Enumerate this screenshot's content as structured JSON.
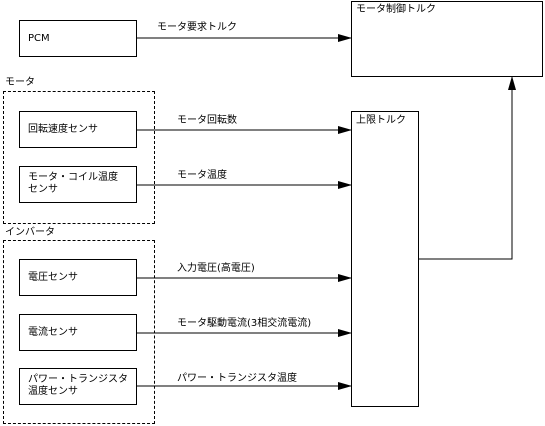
{
  "groups": {
    "motor": "モータ",
    "inverter": "インバータ"
  },
  "nodes": {
    "pcm": "PCM",
    "motor_control_torque": "モータ制御トルク",
    "rotation_speed_sensor": "回転速度センサ",
    "motor_coil_temp_sensor": "モータ・コイル温度\nセンサ",
    "voltage_sensor": "電圧センサ",
    "current_sensor": "電流センサ",
    "power_transistor_temp_sensor": "パワー・トランジスタ\n温度センサ",
    "upper_limit_torque": "上限トルク"
  },
  "edges": {
    "motor_request_torque": "モータ要求トルク",
    "motor_rotation_count": "モータ回転数",
    "motor_temperature": "モータ温度",
    "input_voltage": "入力電圧(高電圧)",
    "motor_drive_current": "モータ駆動電流(3相交流電流)",
    "power_transistor_temperature": "パワー・トランジスタ温度"
  }
}
